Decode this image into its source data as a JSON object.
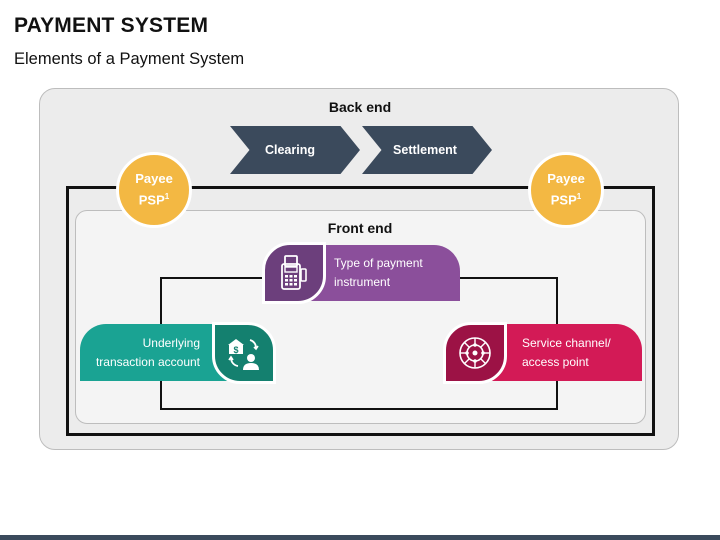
{
  "title": "PAYMENT SYSTEM",
  "subtitle": "Elements of a Payment System",
  "backend": {
    "label": "Back end",
    "chevrons": [
      "Clearing",
      "Settlement"
    ]
  },
  "frontend": {
    "label": "Front end"
  },
  "psp": {
    "left": {
      "line1": "Payee",
      "line2": "PSP",
      "sup": "1"
    },
    "right": {
      "line1": "Payee",
      "line2": "PSP",
      "sup": "1"
    }
  },
  "elements": {
    "payment_instrument": {
      "line1": "Type of payment",
      "line2": "instrument",
      "icon": "card-terminal-icon"
    },
    "transaction_account": {
      "line1": "Underlying",
      "line2": "transaction account",
      "icon": "bank-transfer-icon"
    },
    "service_channel": {
      "line1": "Service channel/",
      "line2": "access point",
      "icon": "network-hub-icon"
    }
  },
  "colors": {
    "navy": "#3b4a5c",
    "gold": "#f3b843",
    "purple": "#8b4f9b",
    "teal": "#1aa393",
    "crimson": "#d31a56"
  }
}
